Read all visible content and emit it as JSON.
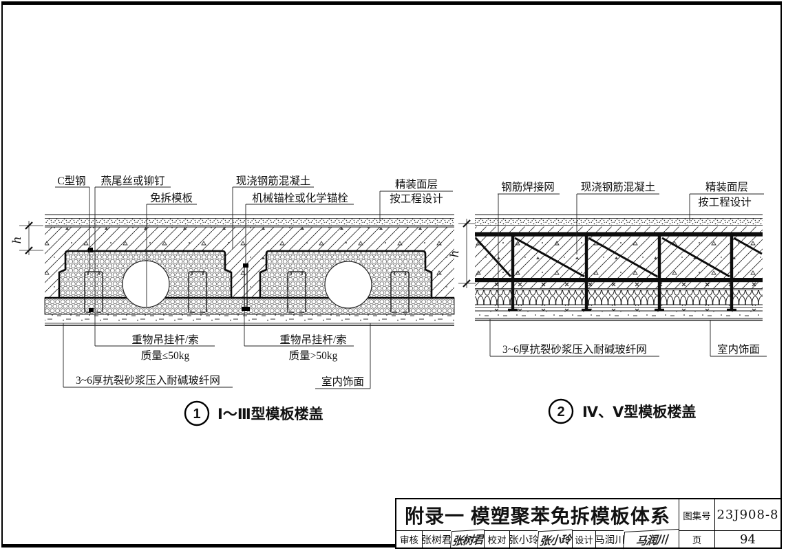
{
  "titleblock": {
    "title": "附录一 模塑聚苯免拆模板体系",
    "atlas_label": "图集号",
    "atlas_no": "23J908-8",
    "page_label": "页",
    "page_no": "94",
    "reviewer_label": "审核",
    "reviewer_name": "张树君",
    "reviewer_sig": "张树君",
    "checker_label": "校对",
    "checker_name": "张小玲",
    "checker_sig": "张小玲",
    "designer_label": "设计",
    "designer_name": "马润川",
    "designer_sig": "马润川"
  },
  "detail1": {
    "labels": {
      "c_steel": "C型钢",
      "dovetail_screw": "燕尾丝或铆钉",
      "stay_in_place_form": "免拆模板",
      "cast_concrete": "现浇钢筋混凝土",
      "anchor": "机械锚栓或化学锚栓",
      "finish_line1": "精装面层",
      "finish_line2": "按工程设计",
      "hanger_light_1": "重物吊挂杆/索",
      "hanger_light_2": "质量≤50kg",
      "hanger_heavy_1": "重物吊挂杆/索",
      "hanger_heavy_2": "质量>50kg",
      "mortar_mesh": "3~6厚抗裂砂浆压入耐碱玻纤网",
      "interior_finish": "室内饰面",
      "dim_h": "h"
    },
    "caption_no": "1",
    "caption": "Ⅰ～Ⅲ型模板楼盖"
  },
  "detail2": {
    "labels": {
      "welded_mesh": "钢筋焊接网",
      "cast_concrete": "现浇钢筋混凝土",
      "finish_line1": "精装面层",
      "finish_line2": "按工程设计",
      "mortar_mesh": "3~6厚抗裂砂浆压入耐碱玻纤网",
      "interior_finish": "室内饰面",
      "dim_h": "h"
    },
    "caption_no": "2",
    "caption": "Ⅳ、Ⅴ型模板楼盖"
  },
  "colors": {
    "ink": "#111111",
    "paper": "#ffffff"
  }
}
